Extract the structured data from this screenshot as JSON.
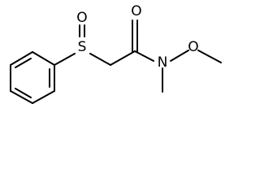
{
  "molecule": {
    "atoms": {
      "sulfur": "S",
      "sulfinyl_oxygen": "O",
      "carbonyl_oxygen": "O",
      "nitrogen": "N",
      "methoxy_oxygen": "O"
    }
  },
  "colors": {
    "bond": "#000000",
    "label": "#000000",
    "background": "#ffffff"
  }
}
